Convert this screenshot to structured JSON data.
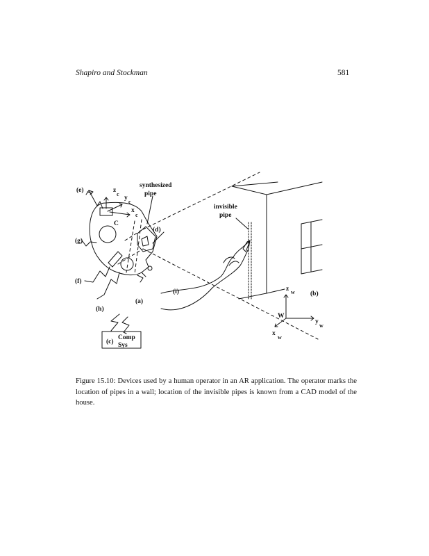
{
  "running_head": {
    "authors": "Shapiro and Stockman",
    "page_number": "581"
  },
  "figure": {
    "labels": {
      "e": "(e)",
      "g": "(g)",
      "f": "(f)",
      "h": "(h)",
      "a": "(a)",
      "c": "(c)",
      "d": "(d)",
      "i": "(i)",
      "b": "(b)"
    },
    "synthesized_pipe": [
      "synthesized",
      "pipe"
    ],
    "invisible_pipe": [
      "invisible",
      "pipe"
    ],
    "camera_frame": {
      "origin": "C",
      "z": "z",
      "z_sub": "c",
      "y": "y",
      "y_sub": "c",
      "x": "x",
      "x_sub": "c"
    },
    "world_frame": {
      "origin": "W",
      "z": "z",
      "z_sub": "w",
      "y": "y",
      "y_sub": "w",
      "x": "x",
      "x_sub": "w"
    },
    "computer_box": [
      "Comp",
      "Sys"
    ]
  },
  "caption": {
    "label": "Figure 15.10:",
    "text": "Devices used by a human operator in an AR application. The operator marks the location of pipes in a wall; location of the invisible pipes is known from a CAD model of the house."
  }
}
